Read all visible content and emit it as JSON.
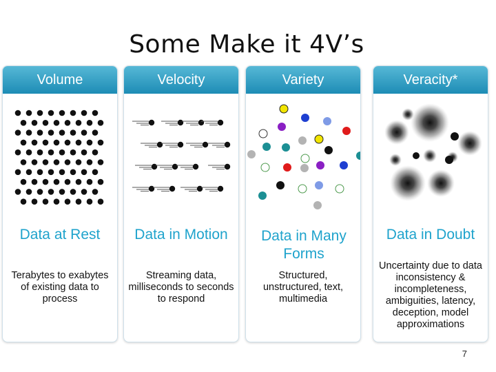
{
  "slide": {
    "title": "Some Make it 4V’s",
    "page_number": "7"
  },
  "cards": [
    {
      "header": "Volume",
      "subtitle": "Data at Rest",
      "description": "Terabytes to exabytes of existing data to process"
    },
    {
      "header": "Velocity",
      "subtitle": "Data in Motion",
      "description": "Streaming data, milliseconds to seconds to respond"
    },
    {
      "header": "Variety",
      "subtitle": "Data in Many Forms",
      "description": "Structured, unstructured, text, multimedia"
    },
    {
      "header": "Veracity*",
      "subtitle": "Data in Doubt",
      "description": "Uncertainty due to data inconsistency & incompleteness, ambiguities, latency, deception, model approximations"
    }
  ],
  "colors": {
    "header_top": "#56b8d6",
    "header_bottom": "#1d8cb5",
    "subtitle": "#1fa3cc",
    "dot": "#111111",
    "variety_palette": [
      "#f2e500",
      "#1e3fd1",
      "#8a1fc4",
      "#7f9be6",
      "#e01b1b",
      "#1c8f94",
      "#b3b3b3",
      "#111111"
    ]
  }
}
